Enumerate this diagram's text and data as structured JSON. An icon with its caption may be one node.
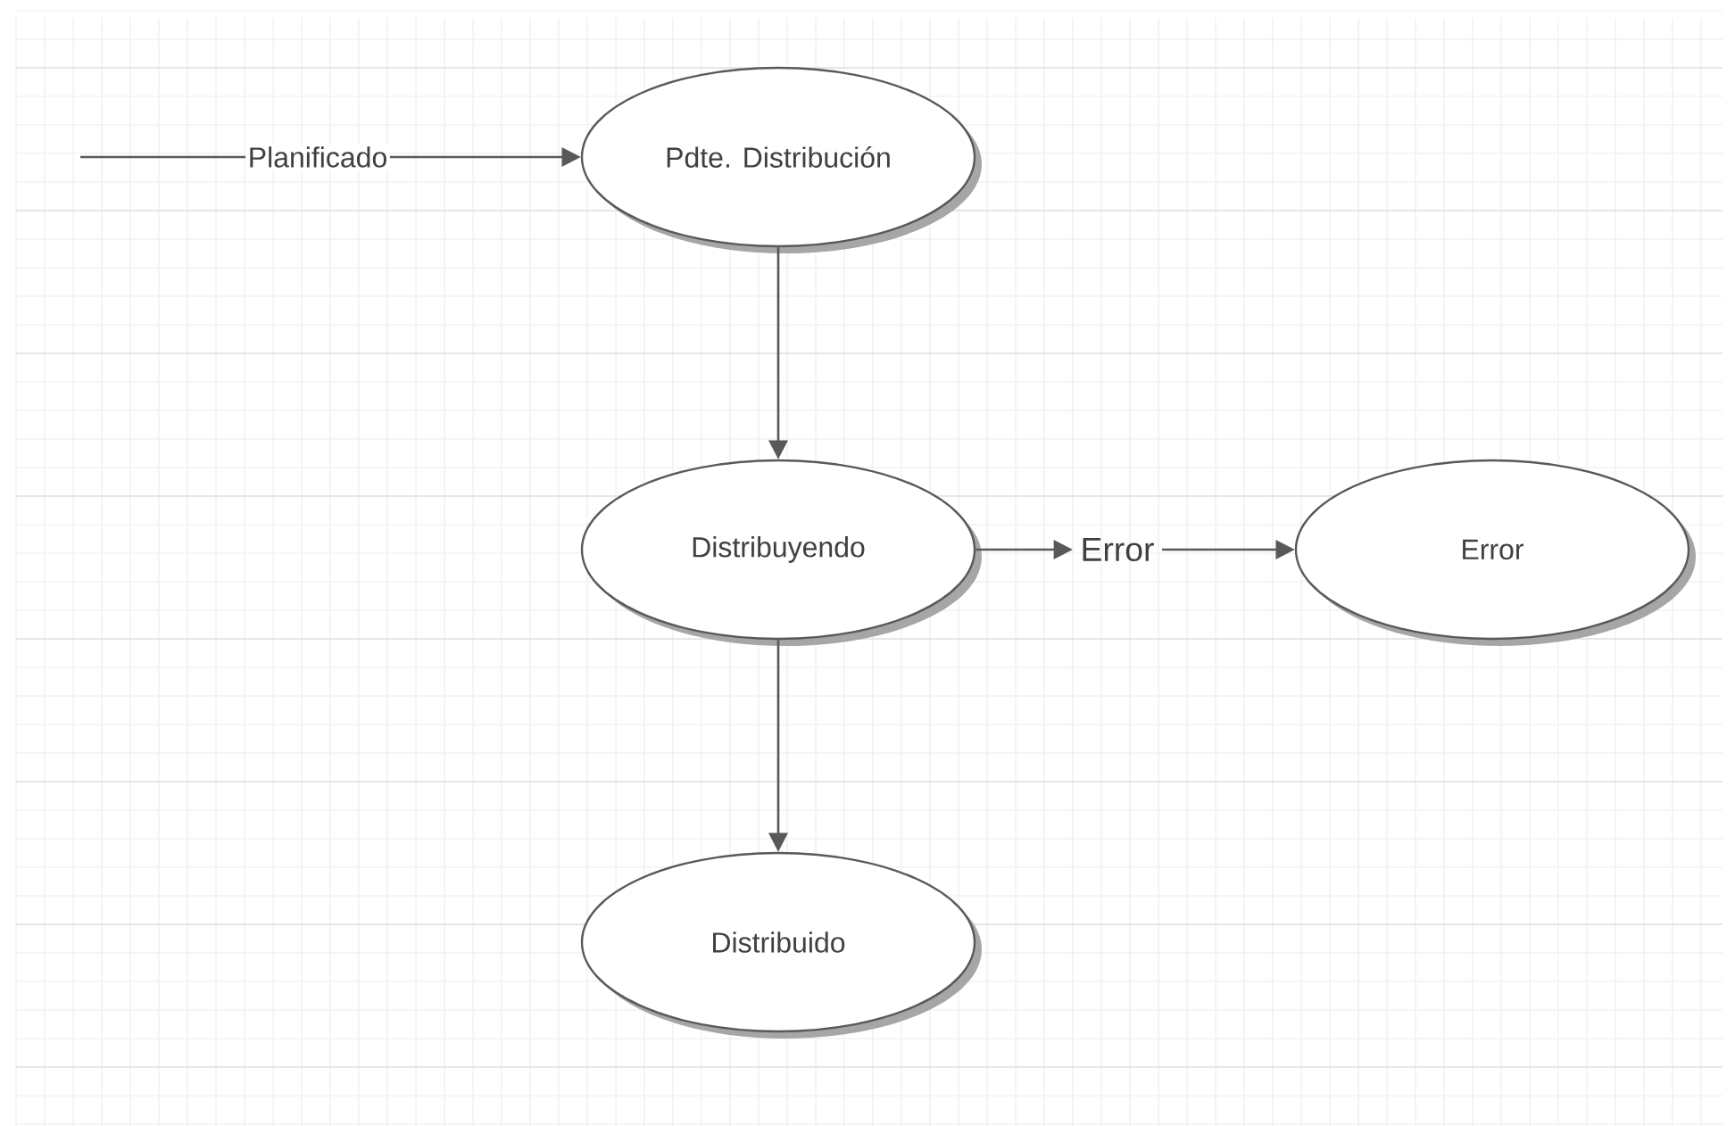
{
  "diagram": {
    "nodes": [
      {
        "text": [
          "Pdte. Distribución"
        ]
      },
      {
        "text": [
          "Distribuyendo"
        ]
      },
      {
        "text": [
          "Error"
        ]
      },
      {
        "text": [
          "Error"
        ]
      },
      {
        "text": [
          "Distribuido"
        ]
      }
    ],
    "edges": [
      {
        "from": null,
        "to": 0,
        "arrow": "to",
        "label": "Planificado"
      },
      {
        "from": 0,
        "to": 1,
        "arrow": "to"
      },
      {
        "from": 1,
        "to": 2,
        "arrow": "to"
      },
      {
        "from": 2,
        "to": 3,
        "arrow": "to"
      },
      {
        "from": 1,
        "to": 4,
        "arrow": "to"
      }
    ]
  }
}
